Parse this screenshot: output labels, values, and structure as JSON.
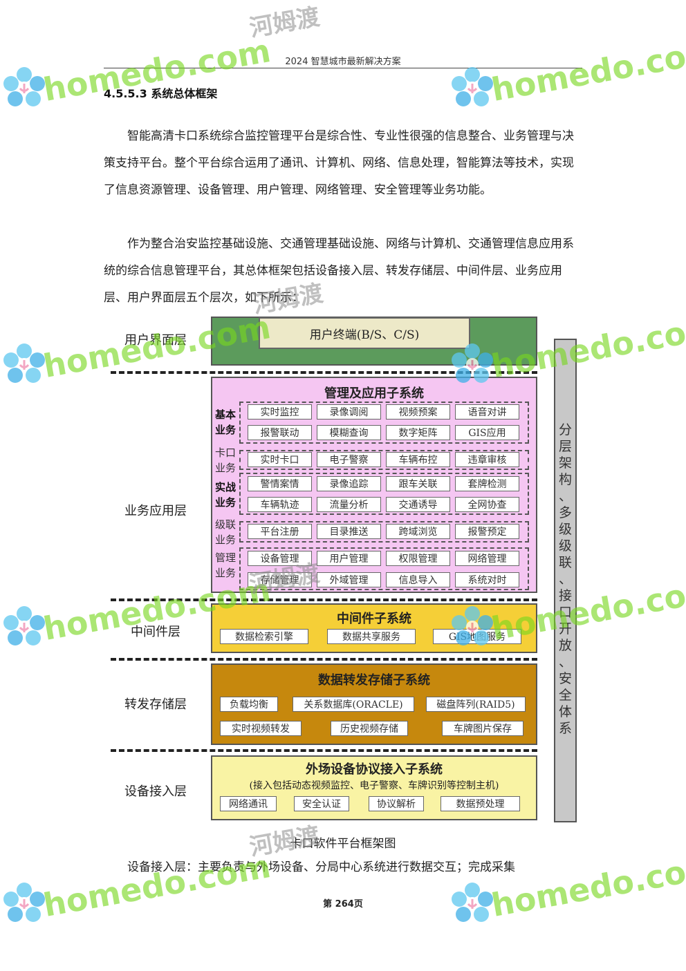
{
  "header": {
    "title": "2024 智慧城市最新解决方案"
  },
  "section": {
    "heading": "4.5.5.3 系统总体框架"
  },
  "paragraphs": [
    "智能高清卡口系统综合监控管理平台是综合性、专业性很强的信息整合、业务管理与决策支持平台。整个平台综合运用了通讯、计算机、网络、信息处理，智能算法等技术，实现了信息资源管理、设备管理、用户管理、网络管理、安全管理等业务功能。",
    "作为整合治安监控基础设施、交通管理基础设施、网络与计算机、交通管理信息应用系统的综合信息管理平台，其总体框架包括设备接入层、转发存储层、中间件层、业务应用层、用户界面层五个层次，如下所示："
  ],
  "diagram": {
    "layers": {
      "ui": "用户界面层",
      "app": "业务应用层",
      "mid": "中间件层",
      "store": "转发存储层",
      "dev": "设备接入层"
    },
    "ui_terminal": "用户终端(B/S、C/S)",
    "app_title": "管理及应用子系统",
    "groups": [
      {
        "label": "基本业务",
        "rows": [
          [
            "实时监控",
            "录像调阅",
            "视频预案",
            "语音对讲"
          ],
          [
            "报警联动",
            "模糊查询",
            "数字矩阵",
            "GIS应用"
          ]
        ]
      },
      {
        "label": "卡口业务",
        "rows": [
          [
            "实时卡口",
            "电子警察",
            "车辆布控",
            "违章审核"
          ]
        ]
      },
      {
        "label": "实战业务",
        "rows": [
          [
            "警情案情",
            "录像追踪",
            "跟车关联",
            "套牌检测"
          ],
          [
            "车辆轨迹",
            "流量分析",
            "交通诱导",
            "全网协查"
          ]
        ]
      },
      {
        "label": "级联业务",
        "rows": [
          [
            "平台注册",
            "目录推送",
            "跨域浏览",
            "报警预定"
          ]
        ]
      },
      {
        "label": "管理业务",
        "rows": [
          [
            "设备管理",
            "用户管理",
            "权限管理",
            "网络管理"
          ],
          [
            "存储管理",
            "外域管理",
            "信息导入",
            "系统对时"
          ]
        ]
      }
    ],
    "mid_title": "中间件子系统",
    "mid_items": [
      "数据检索引擎",
      "数据共享服务",
      "GIS地图服务"
    ],
    "store_title": "数据转发存储子系统",
    "store_row1": [
      "负载均衡",
      "关系数据库(ORACLE)",
      "磁盘阵列(RAID5)"
    ],
    "store_row2": [
      "实时视频转发",
      "历史视频存储",
      "车牌图片保存"
    ],
    "dev_title": "外场设备协议接入子系统",
    "dev_subtitle": "(接入包括动态视频监控、电子警察、车牌识别等控制主机)",
    "dev_items": [
      "网络通讯",
      "安全认证",
      "协议解析",
      "数据预处理"
    ],
    "side_label": "分层架构、多级级联、接口开放、安全体系"
  },
  "caption": "卡口软件平台框架图",
  "last_paragraph": "设备接入层：主要负责与外场设备、分局中心系统进行数据交互；完成采集",
  "footer": {
    "page": "第 264页"
  },
  "watermark": {
    "text": "homedo.com",
    "text_cn": "河姆渡",
    "color": "#7ed321"
  }
}
